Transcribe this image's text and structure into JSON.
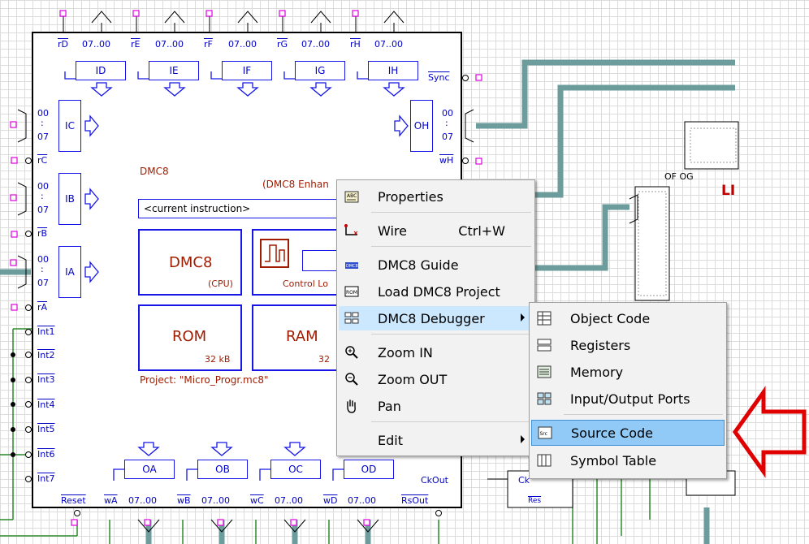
{
  "circuit": {
    "top_regs": [
      {
        "r": "rD",
        "range": "07..00",
        "name": "ID"
      },
      {
        "r": "rE",
        "range": "07..00",
        "name": "IE"
      },
      {
        "r": "rF",
        "range": "07..00",
        "name": "IF"
      },
      {
        "r": "rG",
        "range": "07..00",
        "name": "IG"
      },
      {
        "r": "rH",
        "range": "07..00",
        "name": "IH"
      }
    ],
    "sync": "Sync",
    "left_regs": [
      {
        "name": "IC",
        "top": "00",
        "mid": ":",
        "bot": "07",
        "r": "rC"
      },
      {
        "name": "IB",
        "top": "00",
        "mid": ":",
        "bot": "07",
        "r": "rB"
      },
      {
        "name": "IA",
        "top": "00",
        "mid": ":",
        "bot": "07",
        "r": "rA"
      }
    ],
    "right_reg": {
      "name": "OH",
      "top": "00",
      "mid": ":",
      "bot": "07",
      "w": "wH"
    },
    "interrupts": [
      "Int1",
      "Int2",
      "Int3",
      "Int4",
      "Int5",
      "Int6",
      "Int7"
    ],
    "bottom_regs": [
      {
        "name": "OA",
        "w": "wA",
        "range": "07..00"
      },
      {
        "name": "OB",
        "w": "wB",
        "range": "07..00"
      },
      {
        "name": "OC",
        "w": "wC",
        "range": "07..00"
      },
      {
        "name": "OD",
        "w": "wD",
        "range": "07..00"
      }
    ],
    "reset": "Reset",
    "rsout": "RsOut",
    "ckout": "CkOut",
    "ck": "Ck",
    "res": "Res",
    "title": "DMC8",
    "enhanced": "(DMC8 Enhan",
    "current_instruction": "<current instruction>",
    "cpu_name": "DMC8",
    "cpu_sub": "(CPU)",
    "control_logic": "Control Lo",
    "rom": "ROM",
    "rom_size": "32 kB",
    "ram": "RAM",
    "ram_size": "32",
    "project": "Project: \"Micro_Progr.mc8\"",
    "of_og": "OF OG",
    "led_partial": "LI"
  },
  "context_menu": {
    "items": [
      {
        "label": "Properties",
        "icon": "properties-icon"
      },
      {
        "label": "Wire",
        "shortcut": "Ctrl+W",
        "icon": "wire-icon"
      },
      {
        "label": "DMC8 Guide",
        "icon": "guide-icon"
      },
      {
        "label": "Load DMC8 Project",
        "icon": "rom-icon"
      },
      {
        "label": "DMC8 Debugger",
        "icon": "debugger-icon"
      },
      {
        "label": "Zoom IN",
        "icon": "zoom-in-icon"
      },
      {
        "label": "Zoom OUT",
        "icon": "zoom-out-icon"
      },
      {
        "label": "Pan",
        "icon": "hand-icon"
      },
      {
        "label": "Edit",
        "icon": ""
      }
    ]
  },
  "submenu": {
    "items": [
      {
        "label": "Object Code",
        "icon": "object-code-icon"
      },
      {
        "label": "Registers",
        "icon": "registers-icon"
      },
      {
        "label": "Memory",
        "icon": "memory-icon"
      },
      {
        "label": "Input/Output Ports",
        "icon": "io-ports-icon"
      },
      {
        "label": "Source Code",
        "icon": "source-code-icon"
      },
      {
        "label": "Symbol Table",
        "icon": "symbol-table-icon"
      }
    ]
  },
  "colors": {
    "chip_border": "#1616e6",
    "chip_text": "#0000c8",
    "dark_text": "#a01c00",
    "wire": "#6d9c9c",
    "arrow": "#e00000",
    "highlight": "#91c9f7"
  }
}
